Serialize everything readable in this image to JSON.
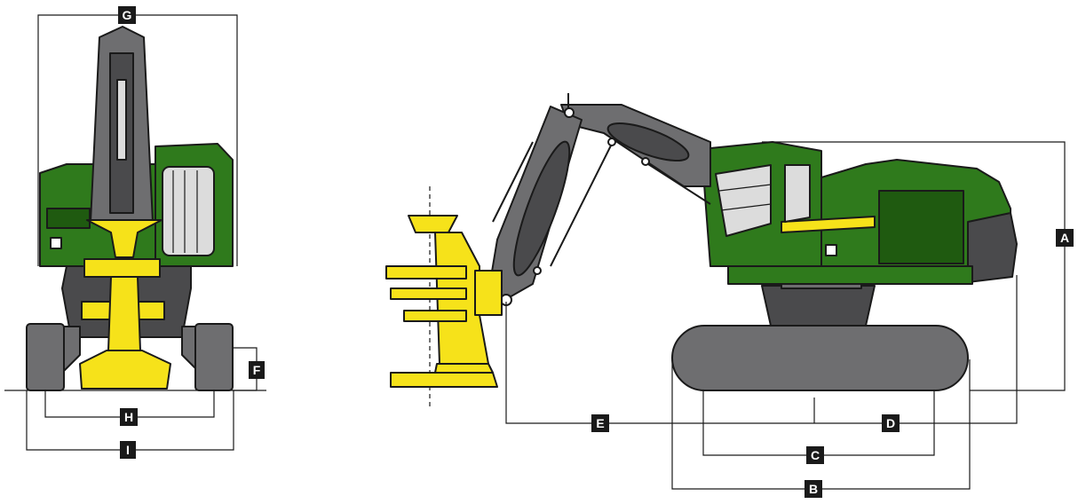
{
  "colors": {
    "green": "#2f7a1c",
    "green_dark": "#1f5a10",
    "yellow": "#f6e21a",
    "grey": "#6e6e70",
    "grey_dark": "#4a4a4c",
    "glass": "#dcdcdc",
    "outline": "#1a1a1a"
  },
  "labels": {
    "A": "A",
    "B": "B",
    "C": "C",
    "D": "D",
    "E": "E",
    "F": "F",
    "G": "G",
    "H": "H",
    "I": "I"
  }
}
